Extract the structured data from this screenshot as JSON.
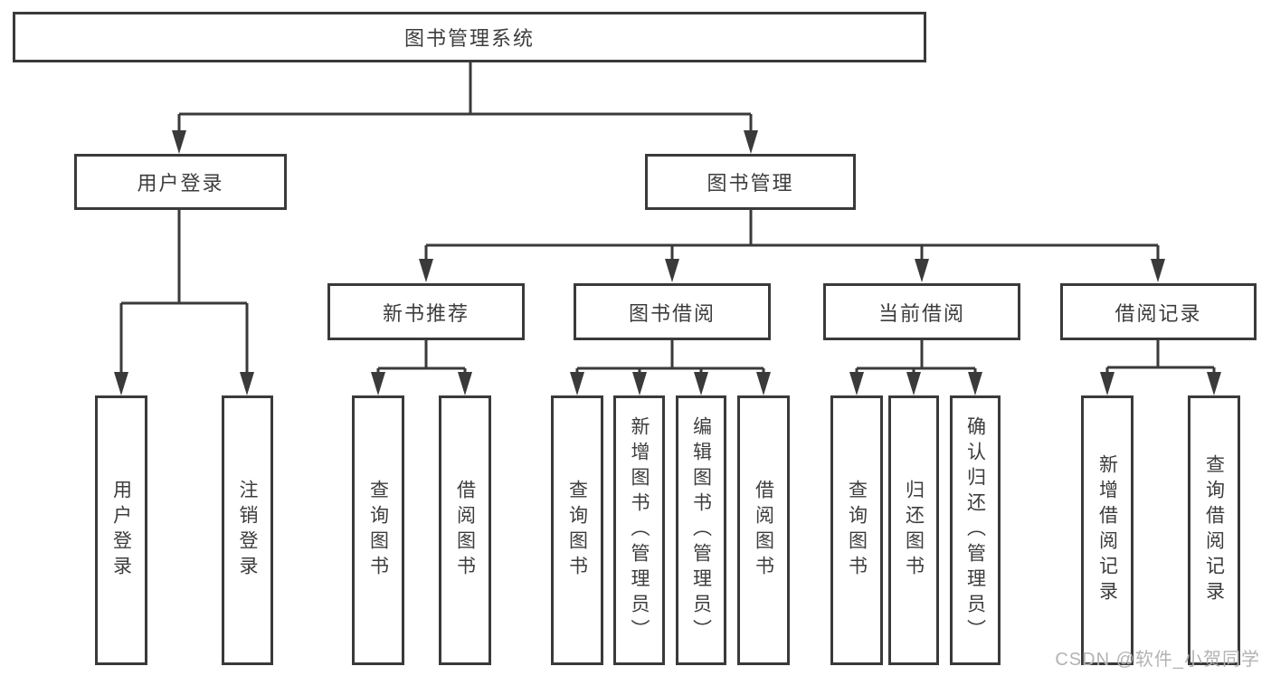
{
  "diagram": {
    "title": "图书管理系统",
    "colors": {
      "line": "#3a3a3a",
      "text": "#3d3d3d",
      "background": "#ffffff",
      "watermark": "#b3b3b3"
    },
    "root": {
      "label": "图书管理系统",
      "children": [
        {
          "label": "用户登录",
          "children": [
            {
              "label": "用户登录"
            },
            {
              "label": "注销登录"
            }
          ]
        },
        {
          "label": "图书管理",
          "children": [
            {
              "label": "新书推荐",
              "children": [
                {
                  "label": "查询图书"
                },
                {
                  "label": "借阅图书"
                }
              ]
            },
            {
              "label": "图书借阅",
              "children": [
                {
                  "label": "查询图书"
                },
                {
                  "label": "新增图书（管理员）"
                },
                {
                  "label": "编辑图书（管理员）"
                },
                {
                  "label": "借阅图书"
                }
              ]
            },
            {
              "label": "当前借阅",
              "children": [
                {
                  "label": "查询图书"
                },
                {
                  "label": "归还图书"
                },
                {
                  "label": "确认归还（管理员）"
                }
              ]
            },
            {
              "label": "借阅记录",
              "children": [
                {
                  "label": "新增借阅记录"
                },
                {
                  "label": "查询借阅记录"
                }
              ]
            }
          ]
        }
      ]
    }
  },
  "watermark": {
    "text": "CSDN @软件_小贺同学"
  }
}
